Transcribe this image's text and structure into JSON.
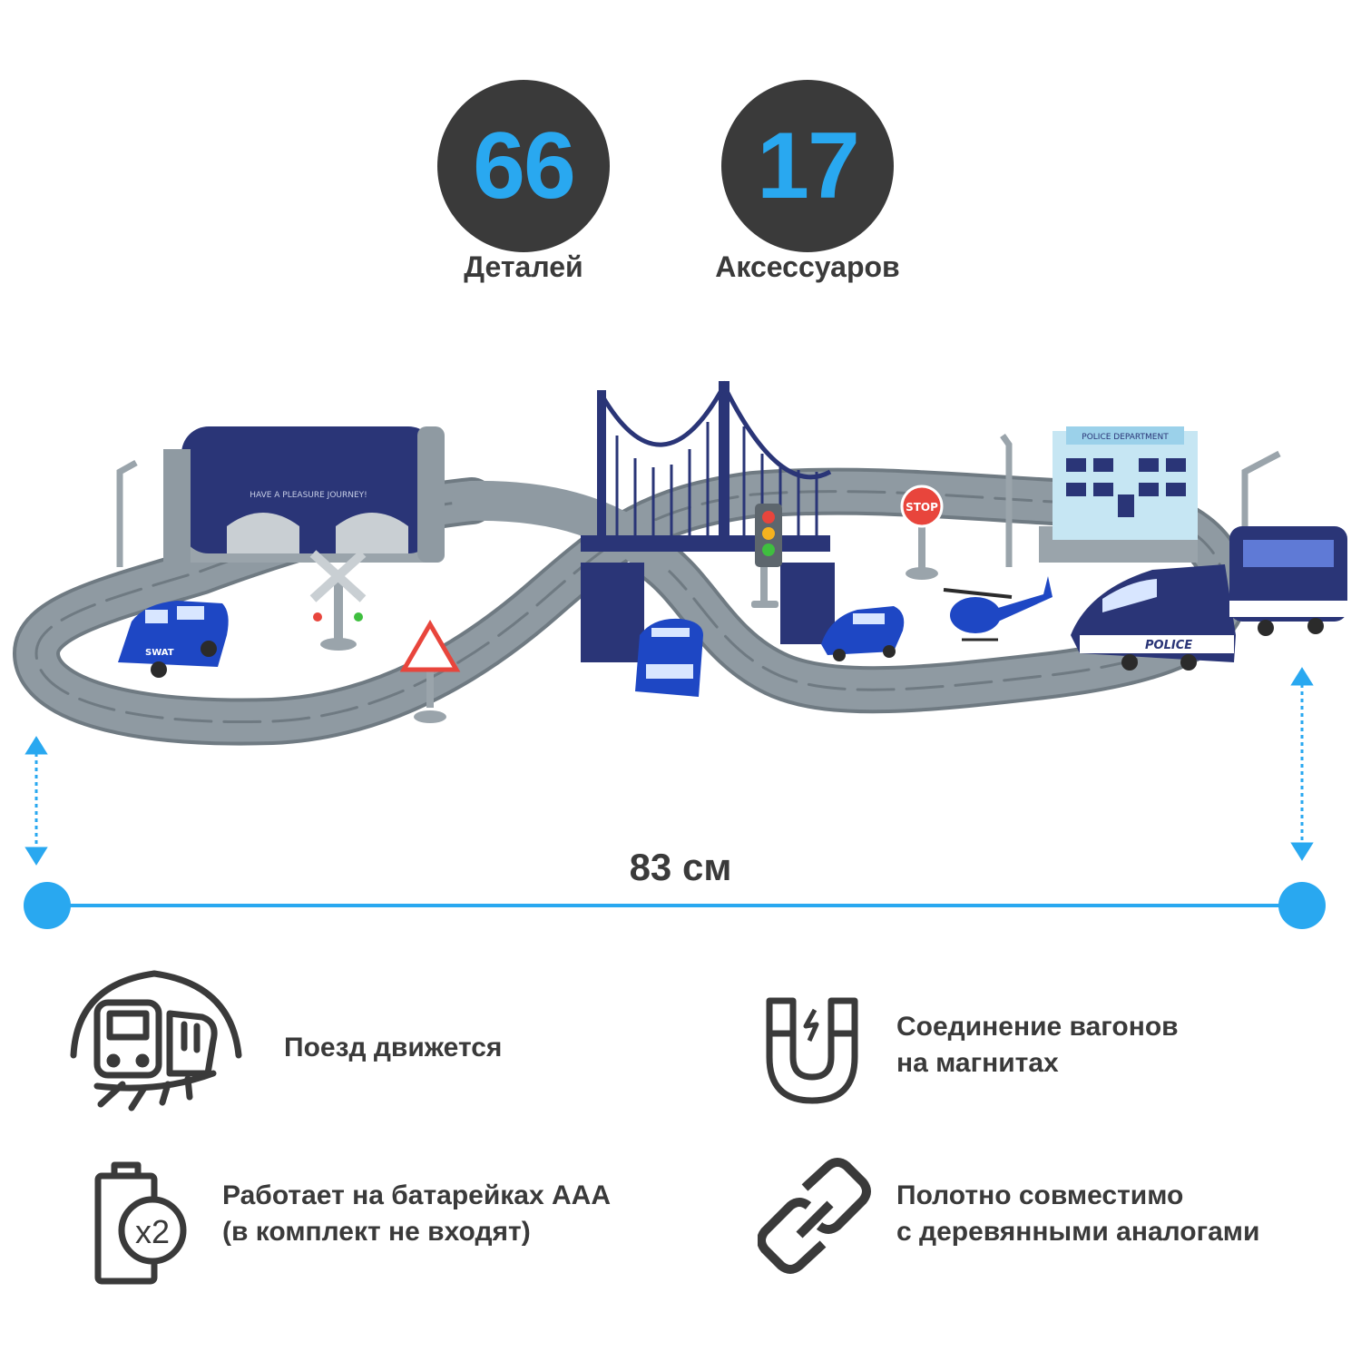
{
  "stats": [
    {
      "value": "66",
      "label": "Деталей"
    },
    {
      "value": "17",
      "label": "Аксессуаров"
    }
  ],
  "scene": {
    "tunnel_sign": "HAVE A PLEASURE JOURNEY!",
    "building_sign": "POLICE DEPARTMENT",
    "stop_sign": "STOP",
    "van_label": "SWAT",
    "train_label": "POLICE"
  },
  "dimension": {
    "label": "83 см"
  },
  "features": [
    {
      "icon": "moving-train-icon",
      "text": "Поезд движется"
    },
    {
      "icon": "magnet-icon",
      "text": "Соединение вагонов\nна магнитах"
    },
    {
      "icon": "battery-icon",
      "icon_text": "x2",
      "text": "Работает на батарейках ААА\n(в комплект не входят)"
    },
    {
      "icon": "chain-link-icon",
      "text": "Полотно совместимо\nс деревянными аналогами"
    }
  ],
  "colors": {
    "accent": "#29a8f0",
    "dark": "#3a3a3a",
    "navy": "#2a3577",
    "track": "#8a949c"
  }
}
